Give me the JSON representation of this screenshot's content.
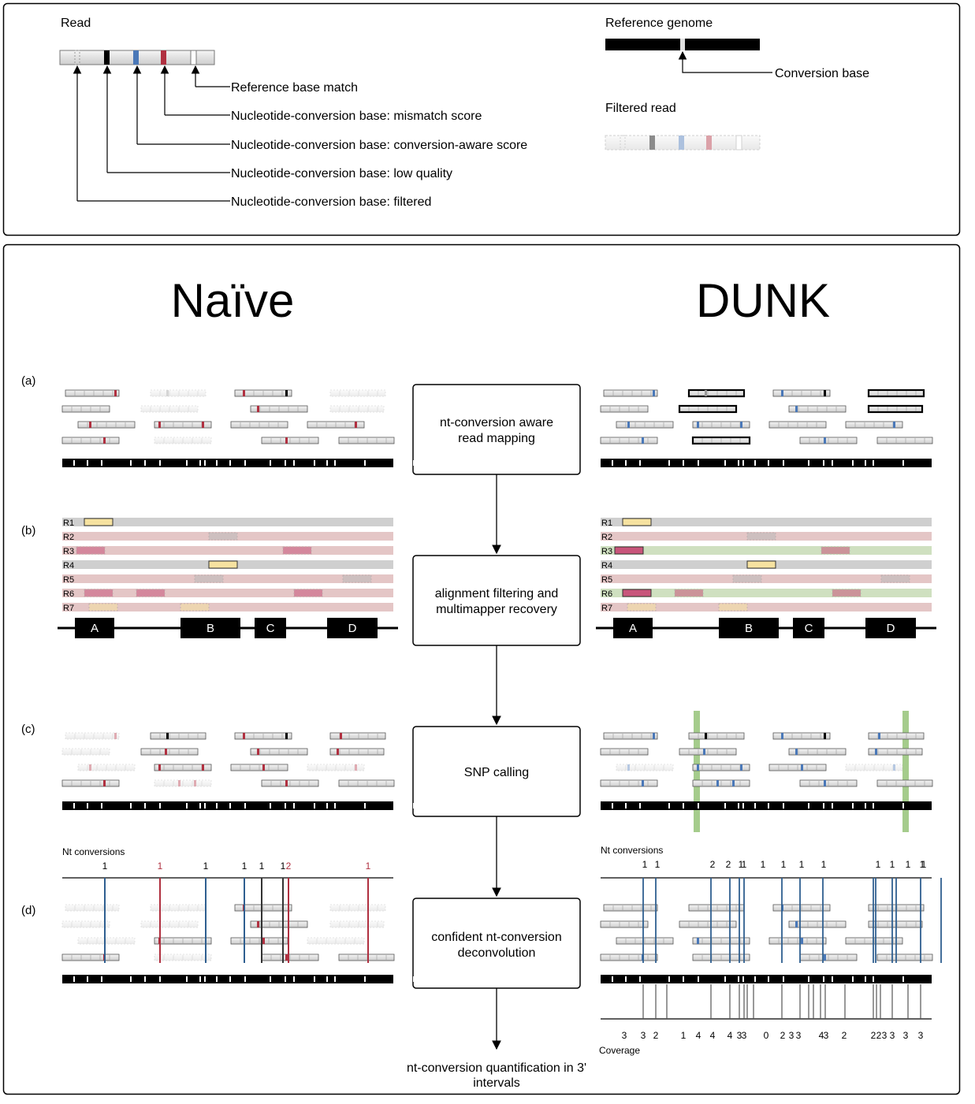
{
  "legend": {
    "read_label": "Read",
    "reference_label": "Reference genome",
    "filtered_label": "Filtered read",
    "items": [
      "Reference base match",
      "Nucleotide-conversion base: mismatch score",
      "Nucleotide-conversion base: conversion-aware score",
      "Nucleotide-conversion base: low quality",
      "Nucleotide-conversion base: filtered"
    ],
    "conversion_base": "Conversion base"
  },
  "titles": {
    "left": "Naïve",
    "right": "DUNK"
  },
  "panel_labels": [
    "(a)",
    "(b)",
    "(c)",
    "(d)"
  ],
  "steps": [
    [
      "nt-conversion aware",
      "read mapping"
    ],
    [
      "alignment filtering and",
      "multimapper recovery"
    ],
    [
      "SNP calling"
    ],
    [
      "confident nt-conversion",
      "deconvolution"
    ]
  ],
  "final_step": [
    "nt-conversion quantification in 3'",
    "intervals"
  ],
  "read_ids": [
    "R1",
    "R2",
    "R3",
    "R4",
    "R5",
    "R6",
    "R7"
  ],
  "gene_blocks": [
    "A",
    "B",
    "C",
    "D"
  ],
  "nt_conversions_label": "Nt conversions",
  "naive_counts": [
    {
      "t": "1",
      "red": false
    },
    {
      "t": "1",
      "red": true
    },
    {
      "t": "1",
      "red": false
    },
    {
      "t": "1",
      "red": false
    },
    {
      "t": "1",
      "red": false
    },
    {
      "t": "1",
      "red": false
    },
    {
      "t": "2",
      "red": true
    },
    {
      "t": "1",
      "red": true
    }
  ],
  "dunk_counts": [
    "1",
    "1",
    "2",
    "2",
    "1",
    "1",
    "1",
    "1",
    "1",
    "1",
    "1",
    "1",
    "1",
    "1",
    "1"
  ],
  "coverage_values": [
    "3",
    "3",
    "2",
    "1",
    "4",
    "4",
    "4",
    "3",
    "3",
    "0",
    "2",
    "3",
    "3",
    "4",
    "3",
    "2",
    "2",
    "2",
    "3",
    "3",
    "3",
    "3"
  ],
  "coverage_label": "Coverage",
  "colors": {
    "mismatch": "#b03040",
    "conversion_aware": "#4a78b8",
    "snp": "#8fbf6f",
    "multimapper": "#c8557a",
    "unique_read": "#f6e2a0"
  }
}
